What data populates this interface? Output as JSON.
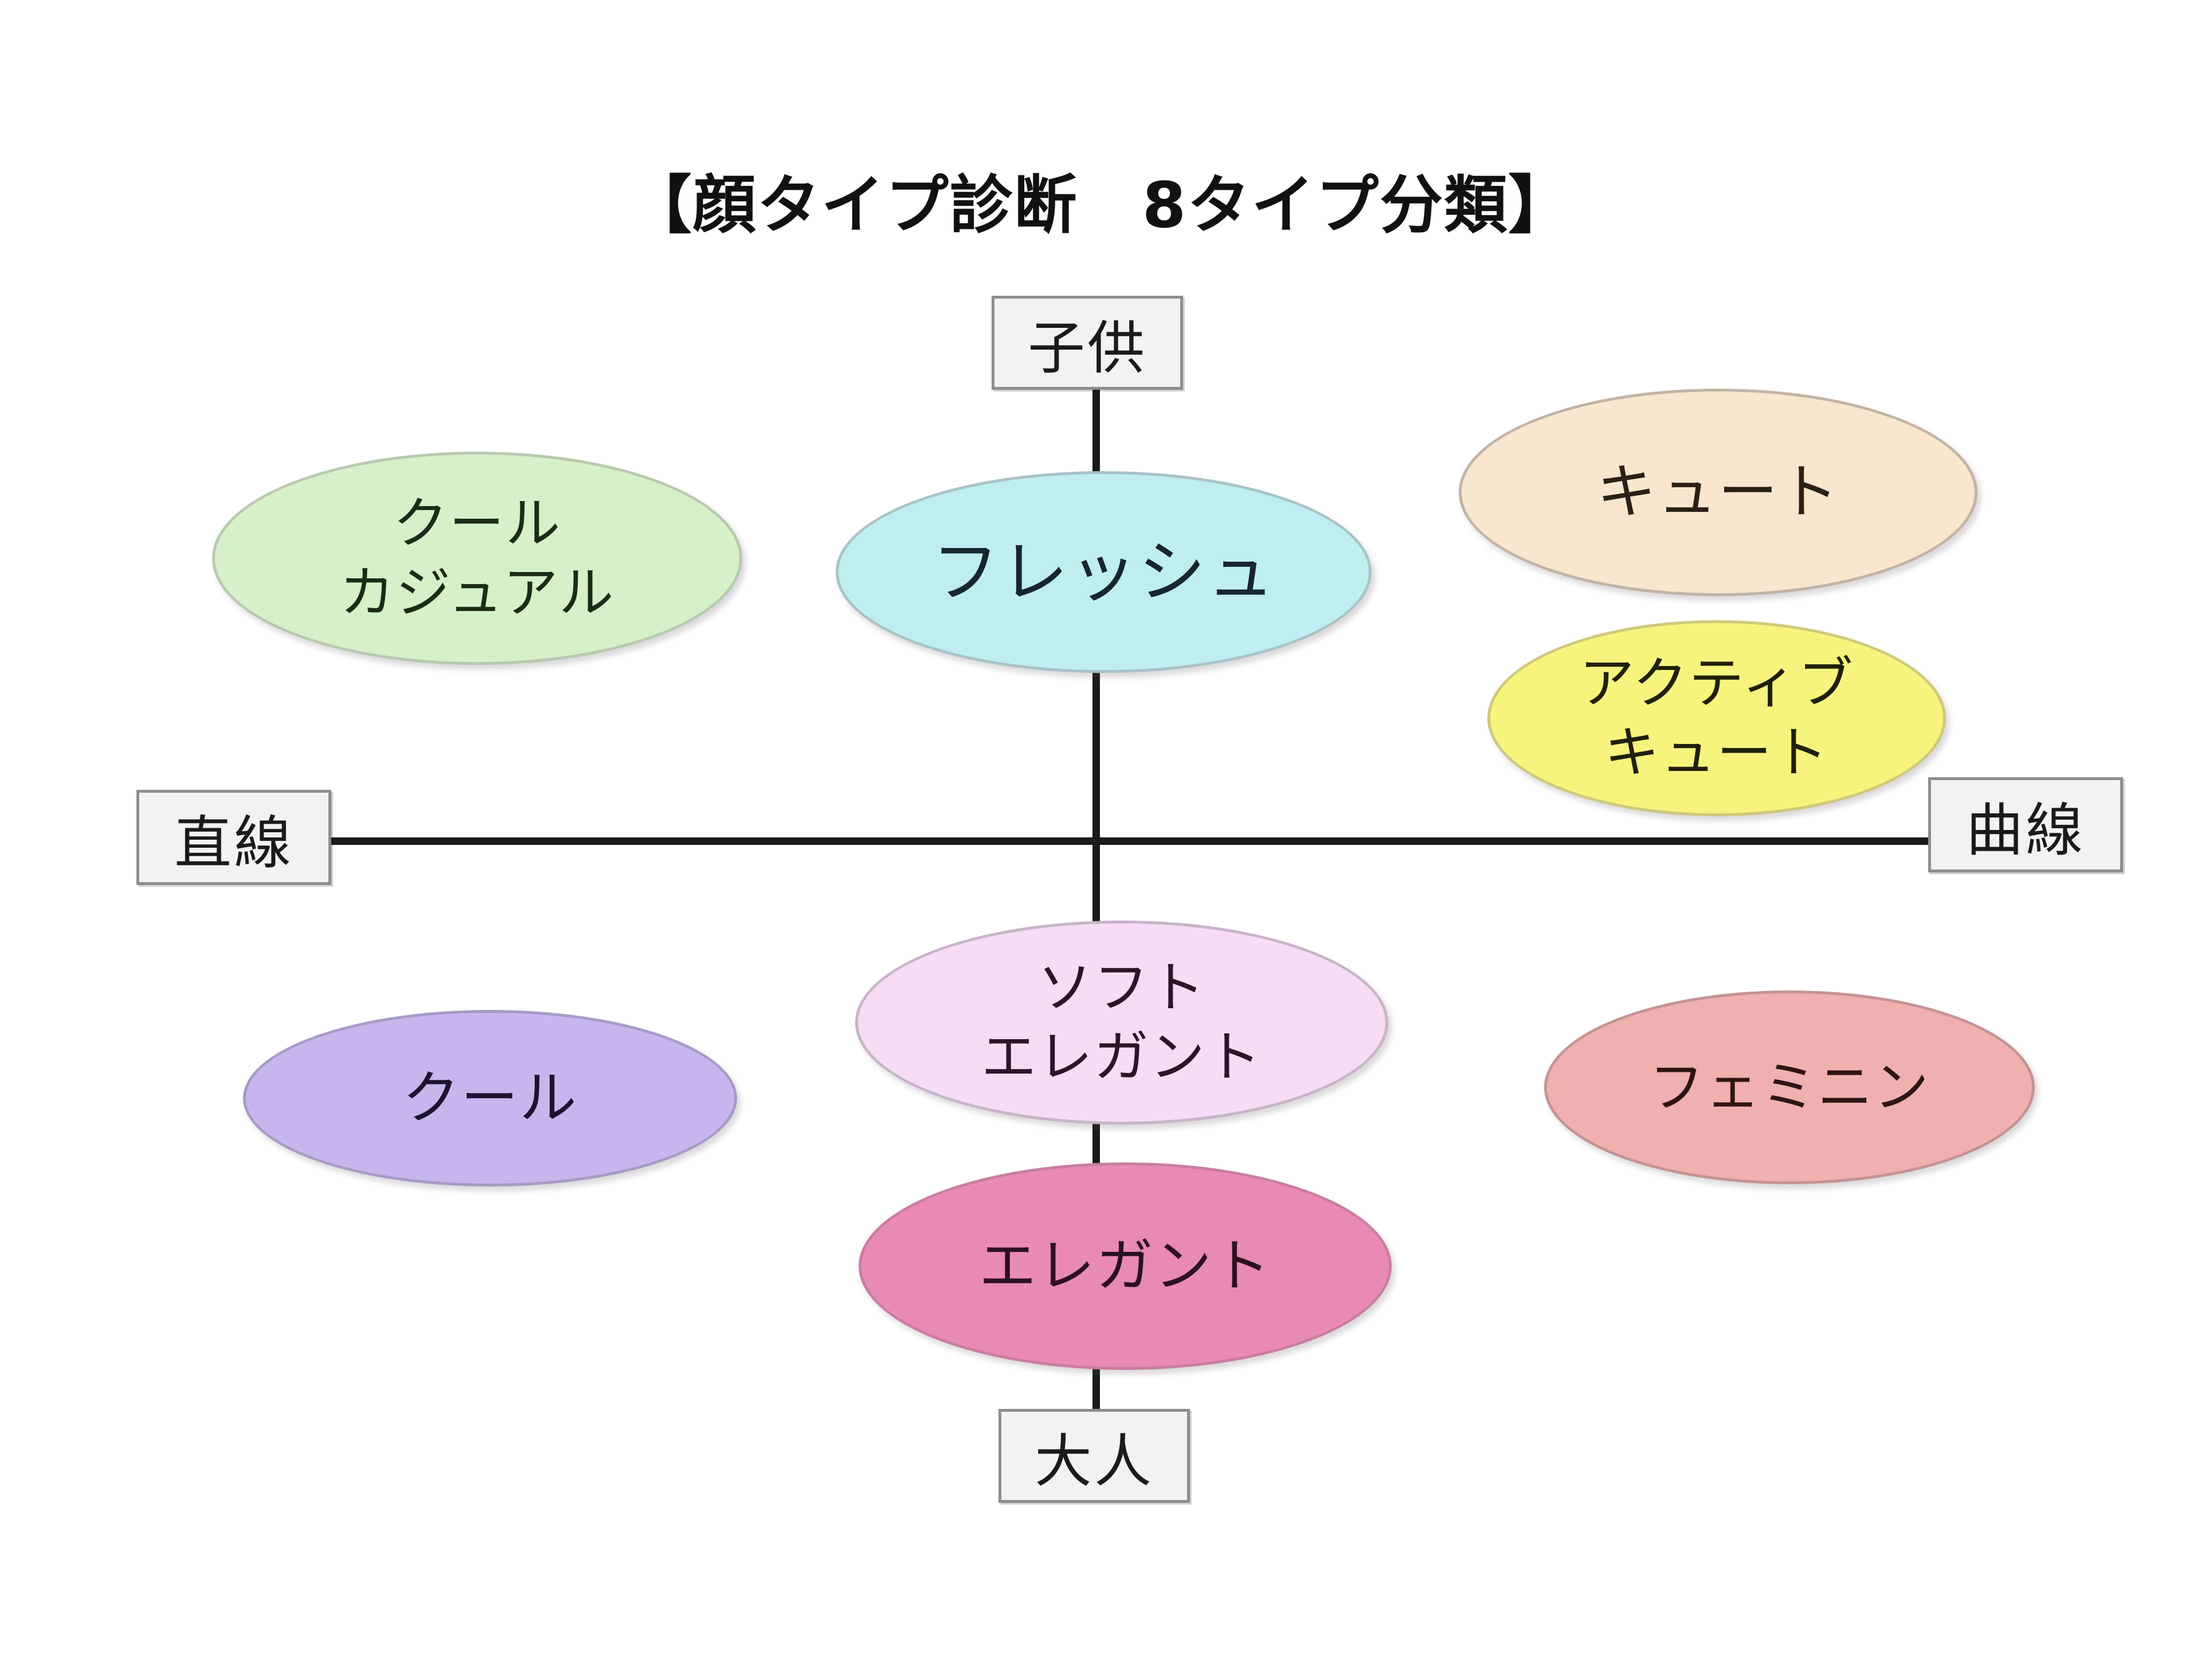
{
  "page": {
    "background_color": "#ffffff",
    "title": "【顔タイプ診断　8タイプ分類】"
  },
  "axes": {
    "vertical": {
      "top_label": "子供",
      "bottom_label": "大人"
    },
    "horizontal": {
      "left_label": "直線",
      "right_label": "曲線"
    },
    "line_color": "#1a1a1a",
    "label_box_fill": "#f2f2f2",
    "label_box_border": "#8d8d8d"
  },
  "bubbles": [
    {
      "id": "cool-casual",
      "label": "クール\nカジュアル",
      "fill": "#d6f1c9",
      "stroke": "#b8c9b0",
      "quadrant": "upper-left"
    },
    {
      "id": "fresh",
      "label": "フレッシュ",
      "fill": "#bfeef1",
      "stroke": "#a9c3c8",
      "quadrant": "upper-center"
    },
    {
      "id": "cute",
      "label": "キュート",
      "fill": "#f8e6cf",
      "stroke": "#c2b3a6",
      "quadrant": "upper-right"
    },
    {
      "id": "active-cute",
      "label": "アクティブ\nキュート",
      "fill": "#f7f47e",
      "stroke": "#cfc97a",
      "quadrant": "upper-right"
    },
    {
      "id": "cool",
      "label": "クール",
      "fill": "#c8b5ee",
      "stroke": "#a79bc4",
      "quadrant": "lower-left"
    },
    {
      "id": "soft-elegant",
      "label": "ソフト\nエレガント",
      "fill": "#f6dcf4",
      "stroke": "#c8b4c8",
      "quadrant": "lower-center"
    },
    {
      "id": "elegant",
      "label": "エレガント",
      "fill": "#e98ab6",
      "stroke": "#c97da0",
      "quadrant": "lower-center"
    },
    {
      "id": "feminine",
      "label": "フェミニン",
      "fill": "#efb0af",
      "stroke": "#c49392",
      "quadrant": "lower-right"
    }
  ],
  "chart_data": {
    "type": "scatter",
    "title": "【顔タイプ診断　8タイプ分類】",
    "xlabel": "",
    "ylabel": "",
    "grid": false,
    "legend": "none",
    "x_axis": {
      "negative_end_label": "直線",
      "positive_end_label": "曲線"
    },
    "y_axis": {
      "positive_end_label": "子供",
      "negative_end_label": "大人"
    },
    "xlim": [
      -1,
      1
    ],
    "ylim": [
      -1,
      1
    ],
    "points": [
      {
        "label": "クール\nカジュアル",
        "x": -0.56,
        "y": 0.52,
        "color": "#d6f1c9"
      },
      {
        "label": "フレッシュ",
        "x": 0.0,
        "y": 0.5,
        "color": "#bfeef1"
      },
      {
        "label": "キュート",
        "x": 0.58,
        "y": 0.62,
        "color": "#f8e6cf"
      },
      {
        "label": "アクティブ\nキュート",
        "x": 0.56,
        "y": 0.2,
        "color": "#f7f47e"
      },
      {
        "label": "クール",
        "x": -0.55,
        "y": -0.4,
        "color": "#c8b5ee"
      },
      {
        "label": "ソフト\nエレガント",
        "x": 0.0,
        "y": -0.25,
        "color": "#f6dcf4"
      },
      {
        "label": "エレガント",
        "x": 0.0,
        "y": -0.57,
        "color": "#e98ab6"
      },
      {
        "label": "フェミニン",
        "x": 0.55,
        "y": -0.4,
        "color": "#efb0af"
      }
    ]
  }
}
